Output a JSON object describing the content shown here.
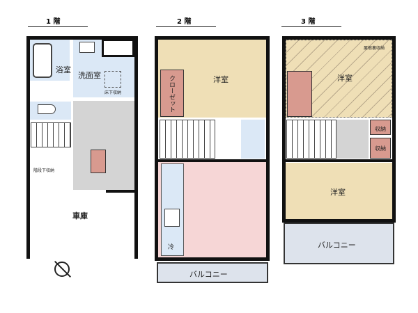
{
  "floors": [
    {
      "title": "1 階",
      "rooms": {
        "bath": "浴室",
        "washroom": "洗面室",
        "underfloor": "床下収納",
        "under_stairs": "階段下収納",
        "garage": "車庫"
      }
    },
    {
      "title": "2 階",
      "rooms": {
        "western": "洋室",
        "closet": "クローゼット",
        "fridge": "冷",
        "balcony": "バルコニー"
      }
    },
    {
      "title": "3 階",
      "rooms": {
        "western_upper": "洋室",
        "attic": "屋根裏収納",
        "storage1": "収納",
        "storage2": "収納",
        "western_lower": "洋室",
        "balcony": "バルコニー"
      }
    }
  ],
  "colors": {
    "western": "#efdfb6",
    "ldk": "#f6d6d6",
    "wet": "#dbe8f6",
    "hall": "#d4d4d4",
    "storage": "#d89a8f",
    "balcony": "#dde3ec"
  },
  "icons": [
    "north-arrow-icon",
    "bathtub-icon",
    "toilet-icon",
    "sink-icon",
    "stove-icon"
  ]
}
